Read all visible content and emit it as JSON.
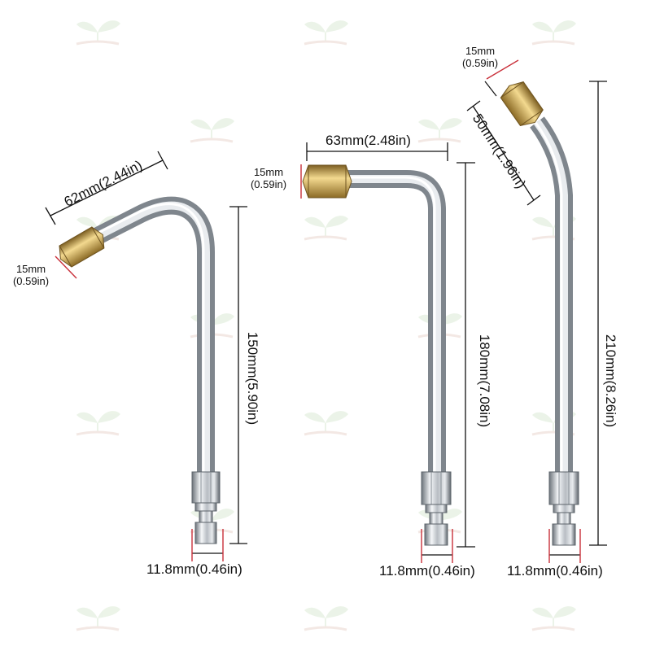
{
  "colors": {
    "steel_dark": "#8a8f95",
    "steel_light": "#f2f4f6",
    "brass_dark": "#8a6a2a",
    "brass_light": "#f0d48a",
    "dimension_line": "#111111",
    "accent_line": "#c9303a",
    "watermark": "#dcebd6"
  },
  "icons": {
    "watermark": "sprout-icon"
  },
  "products": [
    {
      "name": "wand-short-angled",
      "tip_length": "62mm(2.44in)",
      "nozzle_width_mm": "15mm",
      "nozzle_width_in": "(0.59in)",
      "shaft_length": "150mm(5.90in)",
      "connector_width": "11.8mm(0.46in)"
    },
    {
      "name": "wand-medium-90deg",
      "tip_length": "63mm(2.48in)",
      "nozzle_width_mm": "15mm",
      "nozzle_width_in": "(0.59in)",
      "shaft_length": "180mm(7.08in)",
      "connector_width": "11.8mm(0.46in)"
    },
    {
      "name": "wand-long-bent",
      "tip_length": "50mm(1.96in)",
      "nozzle_width_mm": "15mm",
      "nozzle_width_in": "(0.59in)",
      "shaft_length": "210mm(8.26in)",
      "connector_width": "11.8mm(0.46in)"
    }
  ]
}
